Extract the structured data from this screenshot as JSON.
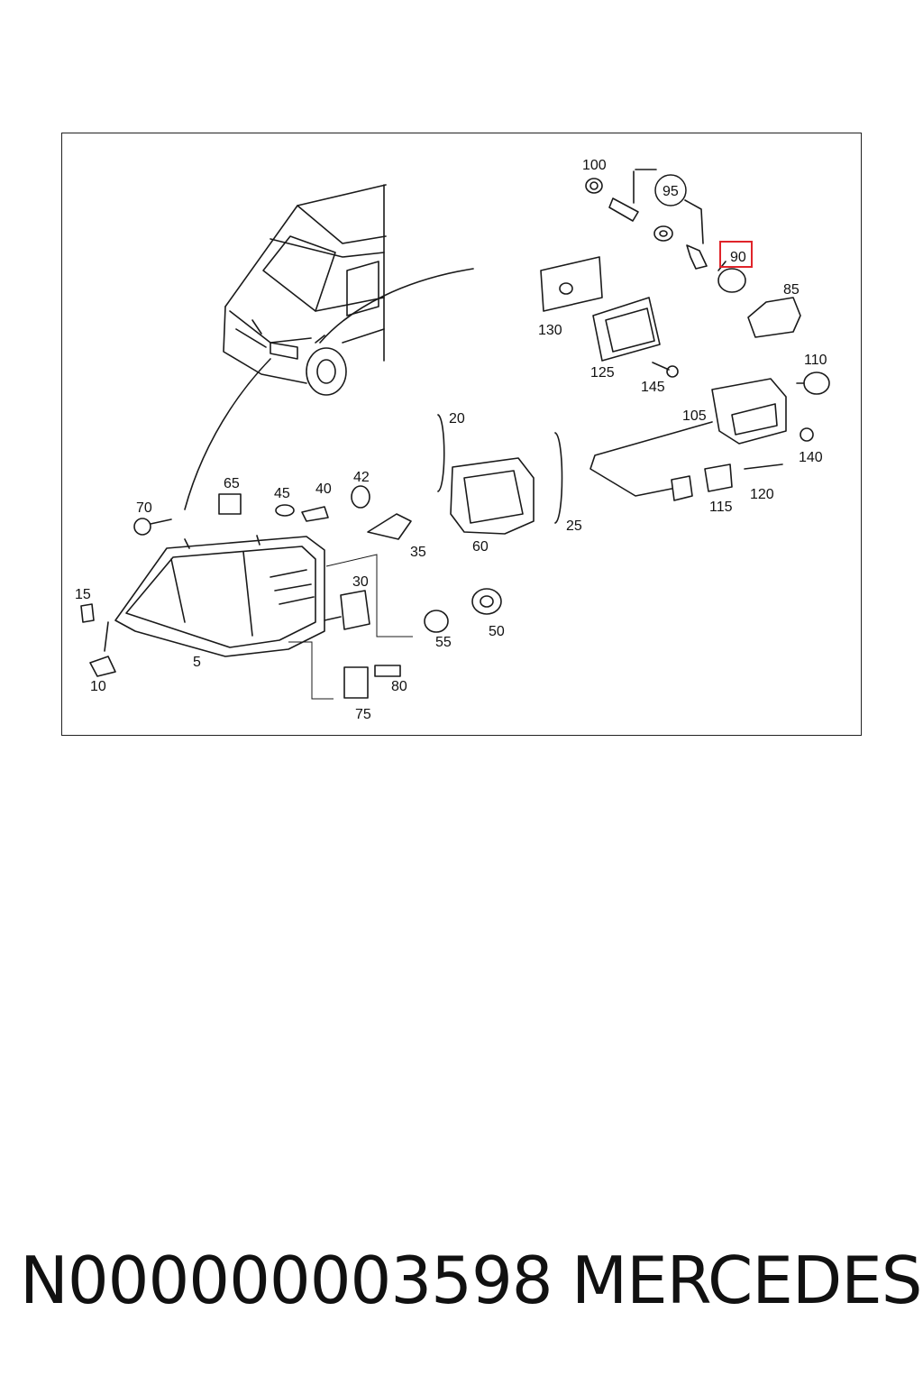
{
  "diagram": {
    "callouts": [
      "100",
      "95",
      "90",
      "85",
      "130",
      "125",
      "145",
      "110",
      "105",
      "140",
      "20",
      "25",
      "60",
      "115",
      "120",
      "65",
      "70",
      "45",
      "40",
      "42",
      "35",
      "30",
      "15",
      "5",
      "10",
      "55",
      "50",
      "75",
      "80"
    ],
    "highlighted": "90"
  },
  "footer": {
    "part_number": "N000000003598",
    "brand": "MERCEDES"
  }
}
